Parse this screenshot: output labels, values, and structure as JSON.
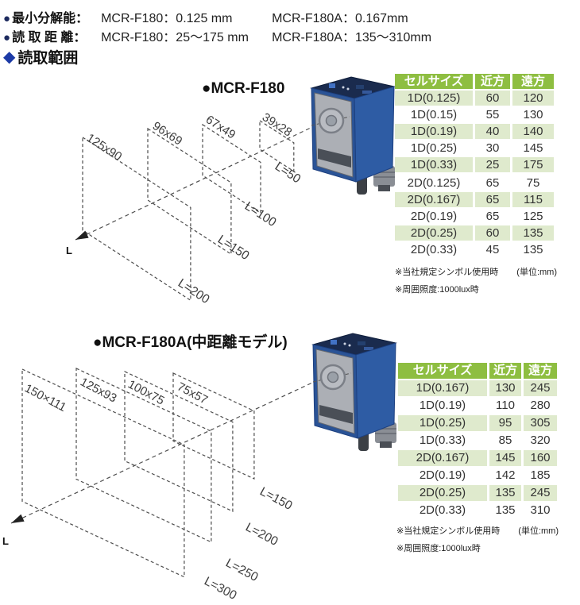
{
  "header": {
    "lines": [
      {
        "bullet": "●",
        "label": "最小分解能：",
        "col1": "MCR-F180：0.125 mm",
        "col2": "MCR-F180A：0.167mm"
      },
      {
        "bullet": "●",
        "label": "読 取 距 離：",
        "col1": "MCR-F180：25〜175 mm",
        "col2": "MCR-F180A：135〜310mm"
      }
    ],
    "section": {
      "diamond": "◆",
      "title": "読取範囲"
    }
  },
  "diagram1": {
    "title": "●MCR-F180",
    "axis_label": "L",
    "size_labels": [
      "125x90",
      "96x69",
      "67x49",
      "39x28"
    ],
    "distance_labels": [
      "L=50",
      "L=100",
      "L=150",
      "L=200"
    ]
  },
  "diagram2": {
    "title": "●MCR-F180A(中距離モデル)",
    "axis_label": "L",
    "size_labels": [
      "150×111",
      "125x93",
      "100x75",
      "75x57"
    ],
    "distance_labels": [
      "L=150",
      "L=200",
      "L=250",
      "L=300"
    ]
  },
  "table1": {
    "headers": [
      "セルサイズ",
      "近方",
      "遠方"
    ],
    "rows": [
      [
        "1D(0.125)",
        "60",
        "120"
      ],
      [
        "1D(0.15)",
        "55",
        "130"
      ],
      [
        "1D(0.19)",
        "40",
        "140"
      ],
      [
        "1D(0.25)",
        "30",
        "145"
      ],
      [
        "1D(0.33)",
        "25",
        "175"
      ],
      [
        "2D(0.125)",
        "65",
        "75"
      ],
      [
        "2D(0.167)",
        "65",
        "115"
      ],
      [
        "2D(0.19)",
        "65",
        "125"
      ],
      [
        "2D(0.25)",
        "60",
        "135"
      ],
      [
        "2D(0.33)",
        "45",
        "135"
      ]
    ],
    "group_gap_before": 5,
    "note1": "※当社規定シンボル使用時",
    "unit": "(単位:mm)",
    "note2": "※周囲照度:1000lux時"
  },
  "table2": {
    "headers": [
      "セルサイズ",
      "近方",
      "遠方"
    ],
    "rows": [
      [
        "1D(0.167)",
        "130",
        "245"
      ],
      [
        "1D(0.19)",
        "110",
        "280"
      ],
      [
        "1D(0.25)",
        "95",
        "305"
      ],
      [
        "1D(0.33)",
        "85",
        "320"
      ],
      [
        "2D(0.167)",
        "145",
        "160"
      ],
      [
        "2D(0.19)",
        "142",
        "185"
      ],
      [
        "2D(0.25)",
        "135",
        "245"
      ],
      [
        "2D(0.33)",
        "135",
        "310"
      ]
    ],
    "group_gap_before": -1,
    "note1": "※当社規定シンボル使用時",
    "unit": "(単位:mm)",
    "note2": "※周囲照度:1000lux時"
  },
  "colors": {
    "table_header_green": "#8ebe41",
    "table_row_green": "#dfeacd",
    "bullet_navy": "#1c2a5e",
    "diamond_blue": "#1c3aa6",
    "device_blue": "#2e5ca4",
    "device_top_navy": "#1a2b4e",
    "device_panel_grey": "#acafb5"
  }
}
